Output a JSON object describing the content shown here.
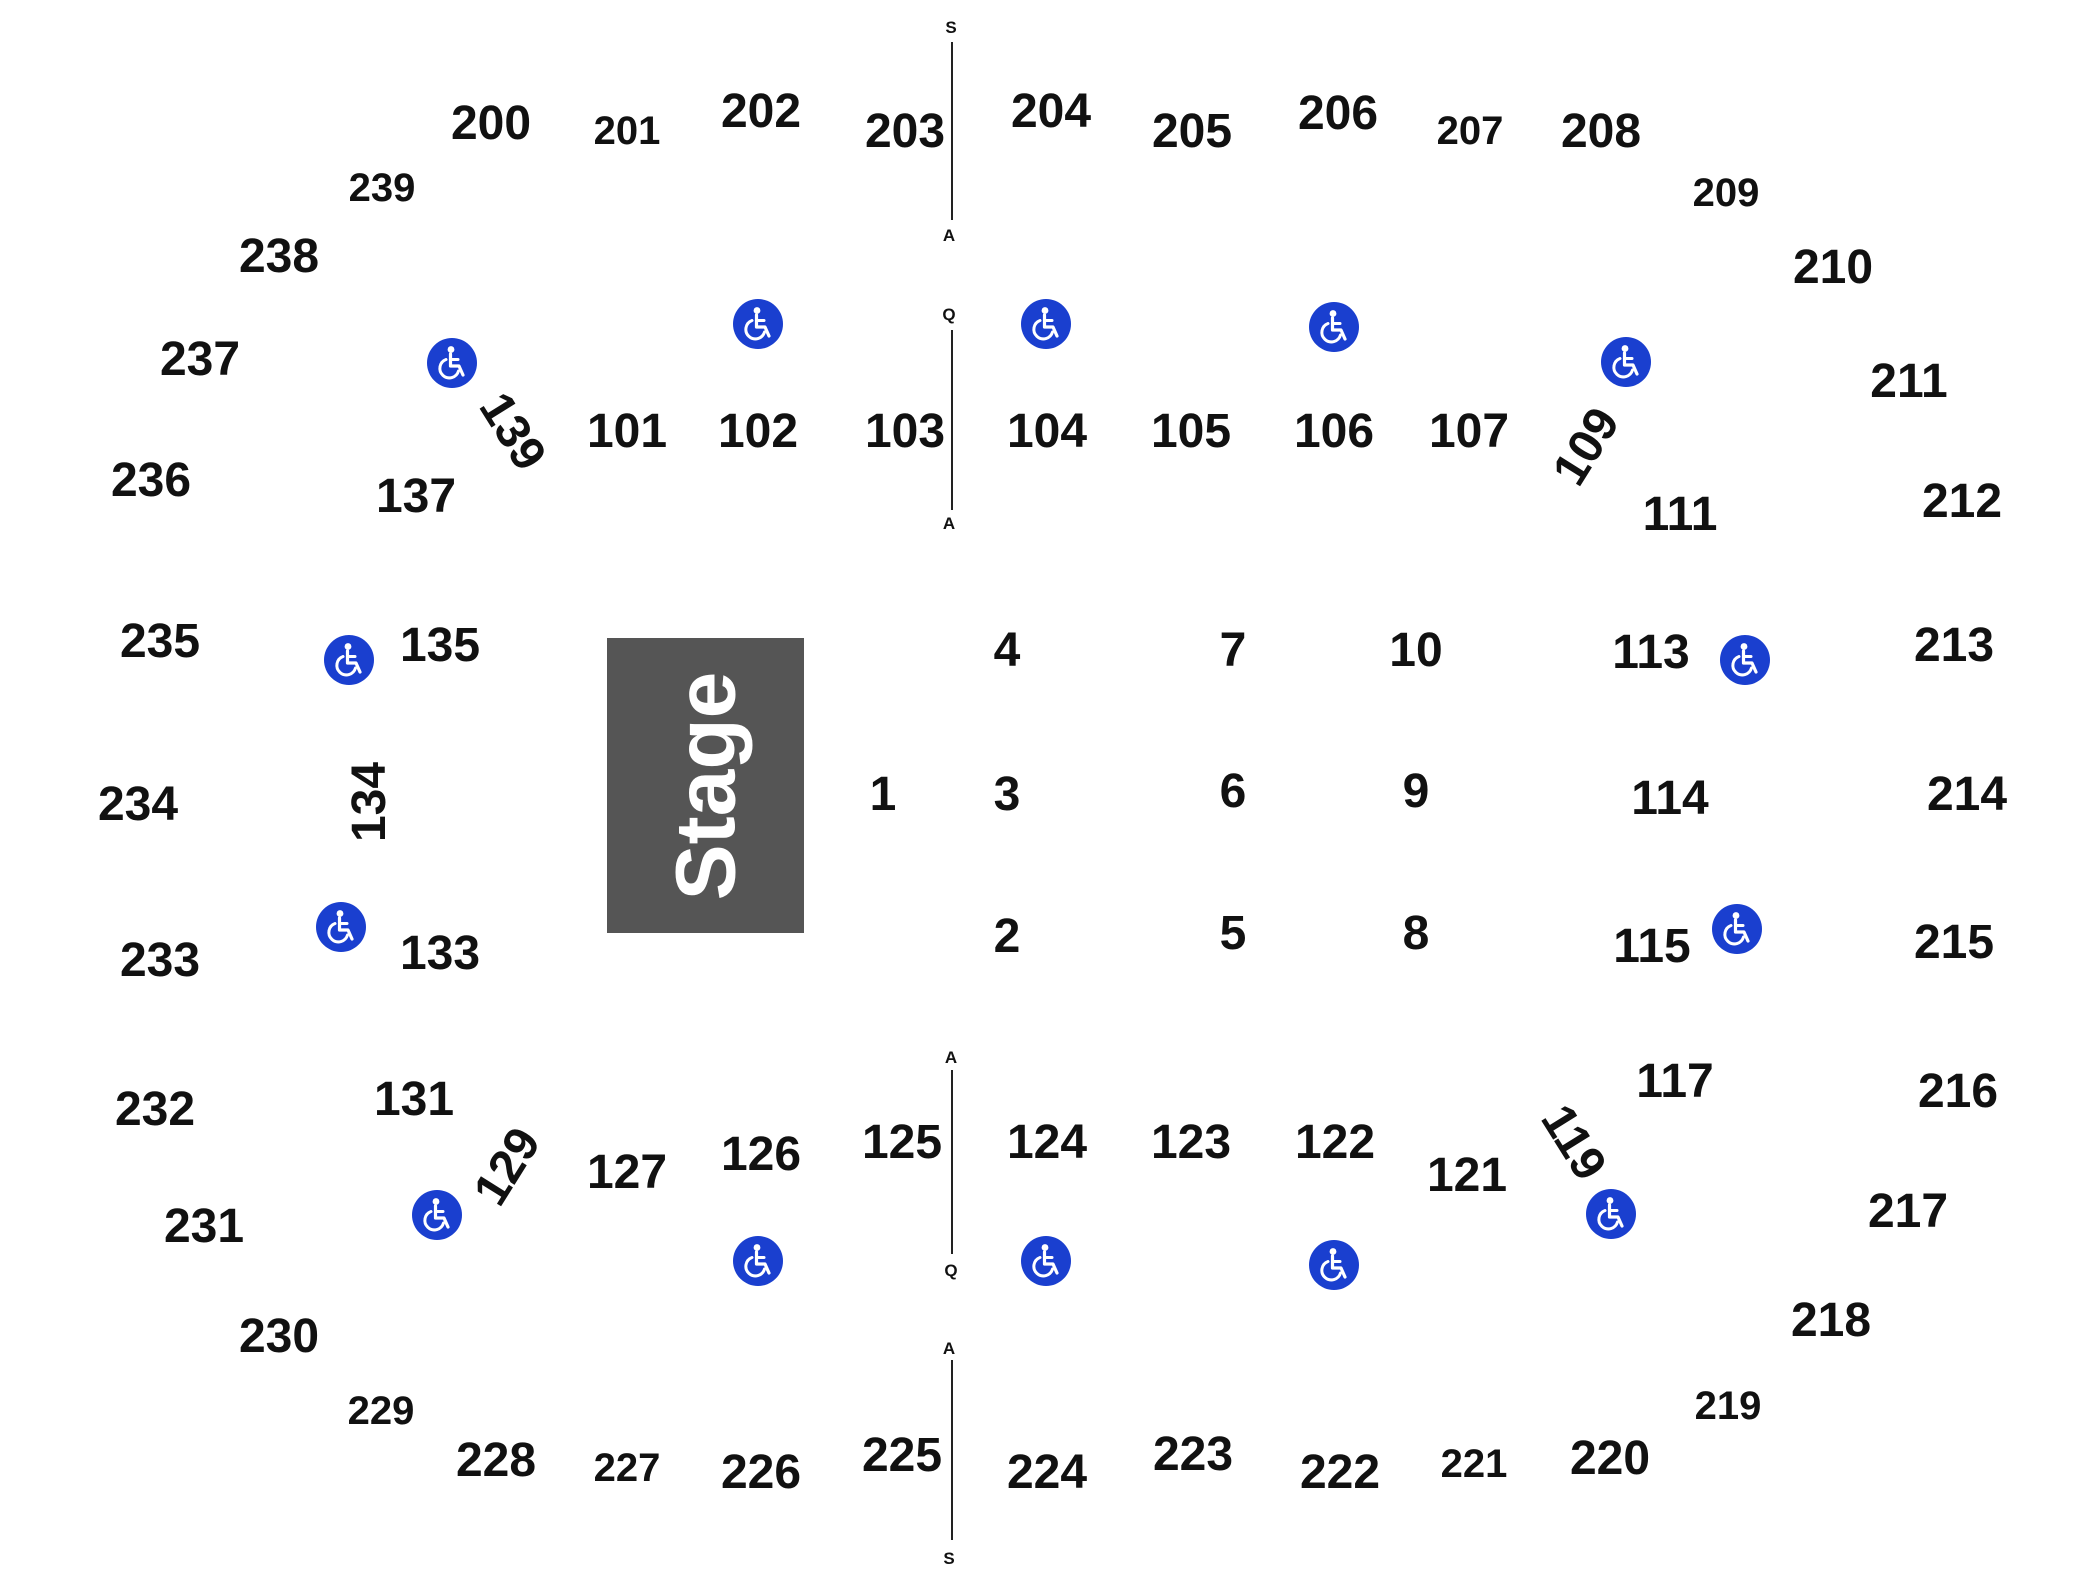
{
  "stage": {
    "label": "Stage"
  },
  "floor_sections": [
    "1",
    "2",
    "3",
    "4",
    "5",
    "6",
    "7",
    "8",
    "9",
    "10"
  ],
  "lower_bowl": {
    "top": [
      "101",
      "102",
      "103",
      "104",
      "105",
      "106",
      "107",
      "109",
      "139",
      "137"
    ],
    "right": [
      "111",
      "113",
      "114",
      "115",
      "117"
    ],
    "bottom": [
      "119",
      "121",
      "122",
      "123",
      "124",
      "125",
      "126",
      "127",
      "129"
    ],
    "left": [
      "131",
      "133",
      "134",
      "135"
    ]
  },
  "upper_bowl": {
    "top": [
      "200",
      "201",
      "202",
      "203",
      "204",
      "205",
      "206",
      "207",
      "208",
      "209"
    ],
    "right": [
      "210",
      "211",
      "212",
      "213",
      "214",
      "215",
      "216",
      "217",
      "218",
      "219"
    ],
    "bottom": [
      "220",
      "221",
      "222",
      "223",
      "224",
      "225",
      "226",
      "227",
      "228",
      "229"
    ],
    "left": [
      "230",
      "231",
      "232",
      "233",
      "234",
      "235",
      "236",
      "237",
      "238",
      "239"
    ]
  },
  "aisle_row_labels": {
    "upper_top": [
      "S",
      "A"
    ],
    "lower_top": [
      "Q",
      "A"
    ],
    "lower_bottom": [
      "A",
      "Q"
    ],
    "upper_bottom": [
      "A",
      "S"
    ]
  },
  "accessibility_icon": "wheelchair-icon",
  "colors": {
    "stage": "#555555",
    "stage_text": "#ffffff",
    "accessibility": "#1a3fcf",
    "section_text": "#111111",
    "background": "#ffffff"
  }
}
